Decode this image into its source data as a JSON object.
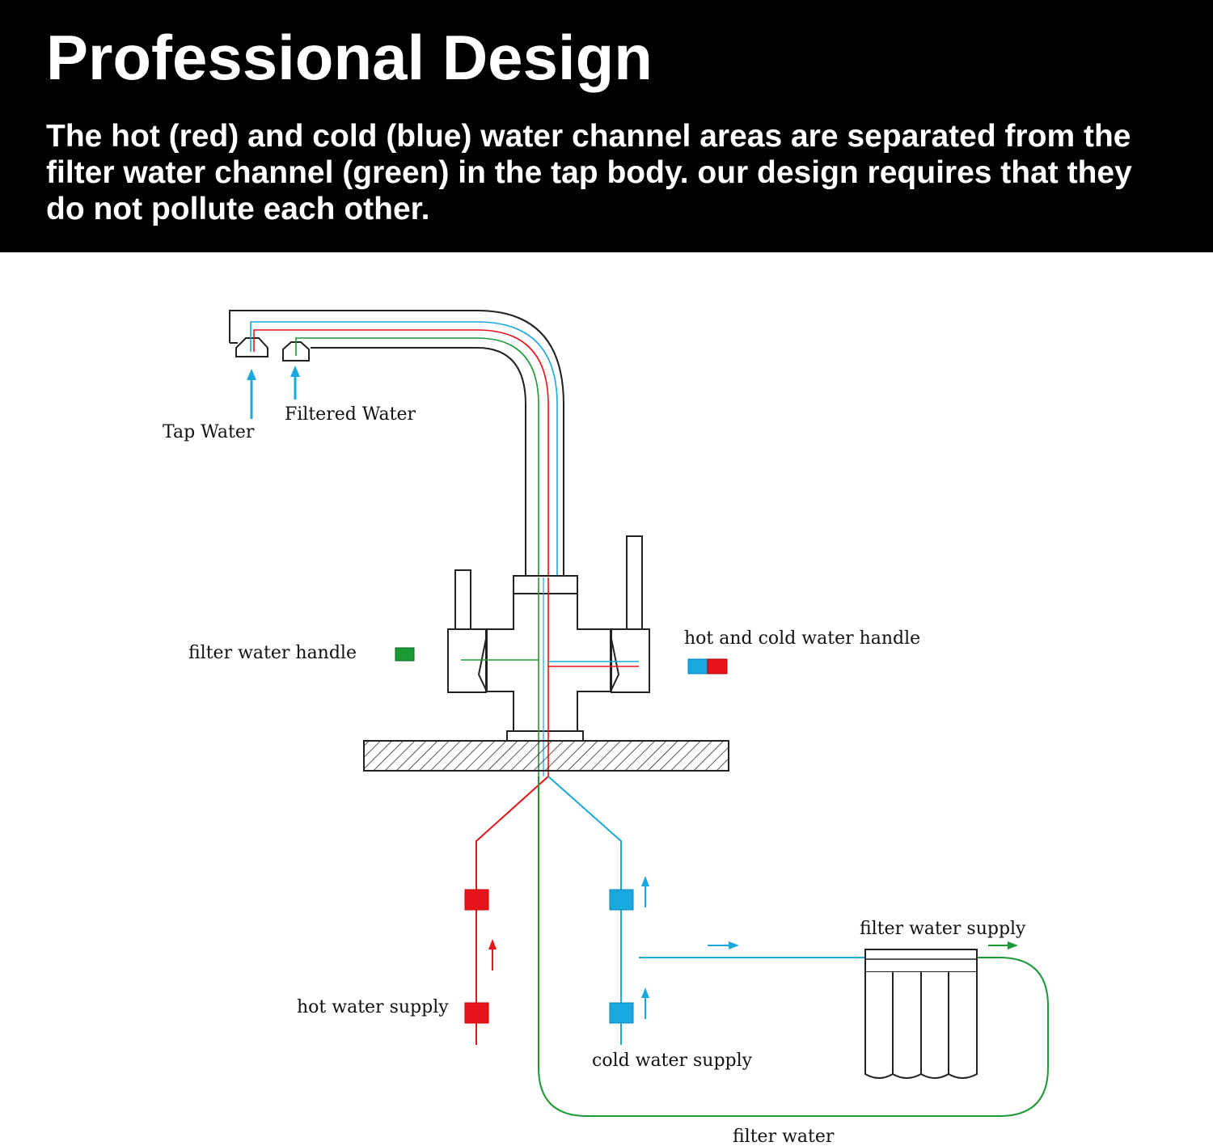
{
  "header": {
    "title": "Professional Design",
    "subtitle": "The hot (red) and cold (blue) water channel areas are separated from the filter water channel (green) in the tap body. our design requires that they do not pollute each other."
  },
  "labels": {
    "tap_water": "Tap Water",
    "filtered_water": "Filtered Water",
    "filter_water_handle": "filter water handle",
    "hot_cold_handle": "hot and cold water handle",
    "hot_supply": "hot water supply",
    "cold_supply": "cold water supply",
    "filter_supply": "filter water supply",
    "filter_water": "filter water"
  },
  "colors": {
    "hot": "#e8141b",
    "cold": "#1aa8e0",
    "filter": "#1a9a35",
    "outline": "#222222",
    "header_bg": "#000000"
  }
}
